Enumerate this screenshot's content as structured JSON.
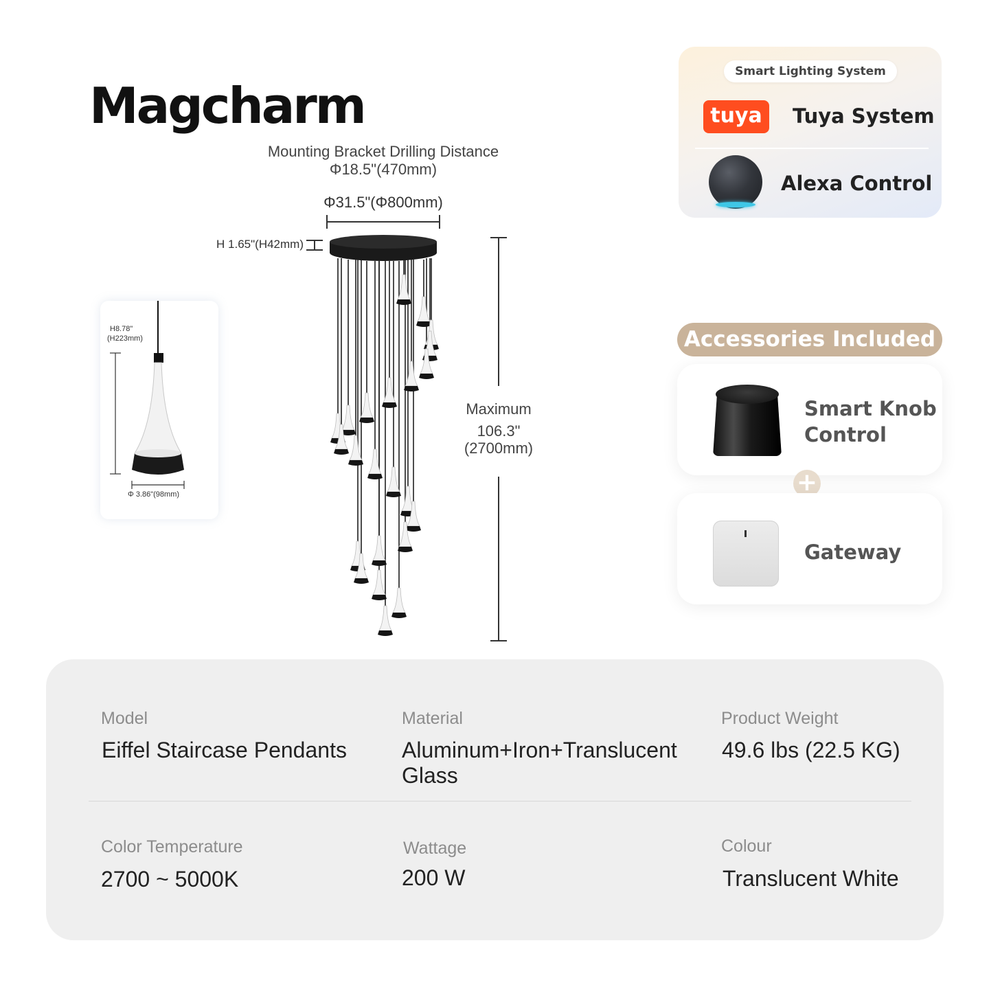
{
  "brand": "Magcharm",
  "diagram": {
    "bracket_label": "Mounting Bracket Drilling Distance",
    "bracket_value": "Φ18.5\"(470mm)",
    "canopy_width": "Φ31.5\"(Φ800mm)",
    "canopy_height": "H 1.65\"(H42mm)",
    "max_label": "Maximum",
    "max_value_in": "106.3\"",
    "max_value_mm": "(2700mm)"
  },
  "detail": {
    "height_in": "H8.78\"",
    "height_mm": "(H223mm)",
    "diameter": "Φ 3.86\"(98mm)"
  },
  "smart": {
    "header": "Smart Lighting System",
    "tuya_logo": "tuya",
    "tuya_label": "Tuya System",
    "alexa_label": "Alexa Control"
  },
  "accessories": {
    "header": "Accessories Included",
    "knob_line1": "Smart Knob",
    "knob_line2": "Control",
    "plus": "+",
    "gateway": "Gateway"
  },
  "specs": {
    "model_label": "Model",
    "model_value": "Eiffel Staircase Pendants",
    "material_label": "Material",
    "material_line1": "Aluminum+Iron+Translucent",
    "material_line2": "Glass",
    "weight_label": "Product Weight",
    "weight_value": "49.6 lbs (22.5 KG)",
    "temp_label": "Color Temperature",
    "temp_value": "2700 ~ 5000K",
    "wattage_label": "Wattage",
    "wattage_value": "200 W",
    "colour_label": "Colour",
    "colour_value": "Translucent White"
  },
  "colors": {
    "tuya_orange": "#ff4d1f",
    "accessory_header": "#c9b39a",
    "spec_panel": "#efefef",
    "alexa_ring": "#3ec7e6"
  }
}
